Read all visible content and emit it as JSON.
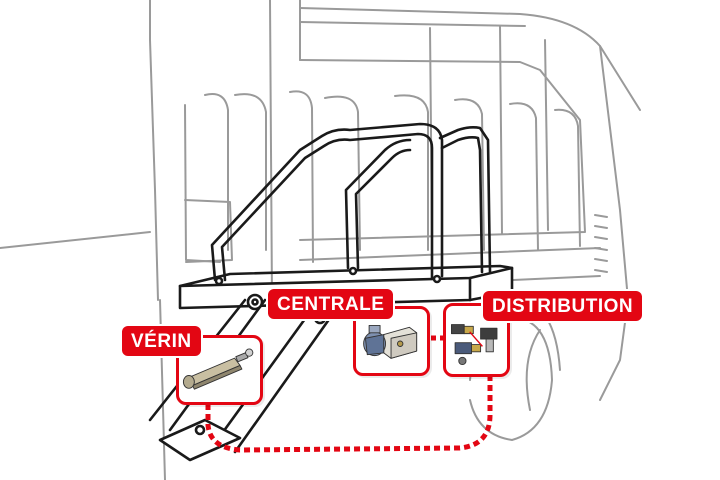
{
  "labels": {
    "verin": "VÉRIN",
    "centrale": "CENTRALE",
    "distribution": "DISTRIBUTION"
  },
  "colors": {
    "accent": "#e30613",
    "line": "#1a1a1a",
    "outline": "#9a9a9a",
    "background": "#ffffff"
  },
  "icons": {
    "verin": "hydraulic-cylinder-icon",
    "centrale": "hydraulic-power-unit-icon",
    "distribution": "solenoid-valve-block-icon"
  }
}
